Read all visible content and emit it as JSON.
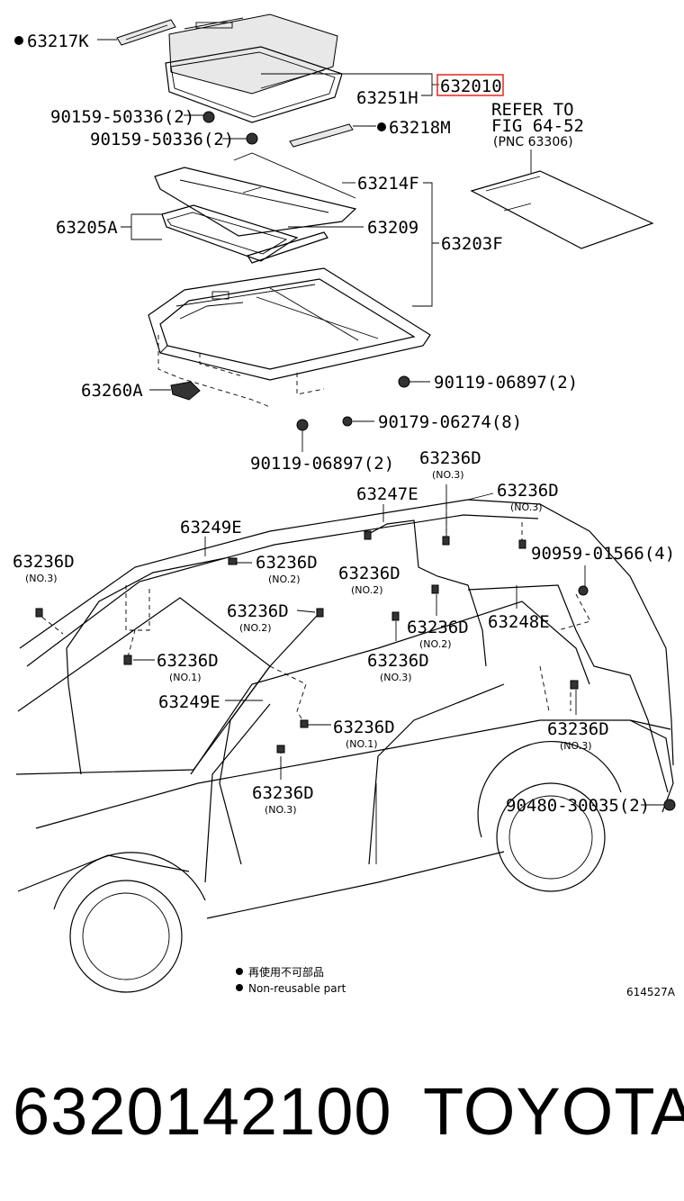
{
  "labels": {
    "p63217K": "63217K",
    "p632010": "632010",
    "p63251H": "63251H",
    "p9015950336a": "90159-50336(2)",
    "p9015950336b": "90159-50336(2)",
    "p63218M": "63218M",
    "referTo": "REFER TO",
    "fig": "FIG 64-52",
    "pnc": "(PNC 63306)",
    "p63214F": "63214F",
    "p63205A": "63205A",
    "p63209": "63209",
    "p63203F": "63203F",
    "p63260A": "63260A",
    "p9011906897a": "90119-06897(2)",
    "p9017906274": "90179-06274(8)",
    "p9011906897b": "90119-06897(2)",
    "p63236D_top": "63236D",
    "p63236D_top_sub": "(NO.3)",
    "p63247E": "63247E",
    "p63236D_topr": "63236D",
    "p63236D_topr_sub": "(NO.3)",
    "p63249E_top": "63249E",
    "p9095901566": "90959-01566(4)",
    "p63236D_left": "63236D",
    "p63236D_left_sub": "(NO.3)",
    "p63236D_no2a": "63236D",
    "p63236D_no2a_sub": "(NO.2)",
    "p63236D_mid": "63236D",
    "p63236D_mid_sub": "(NO.2)",
    "p63248E": "63248E",
    "p63236D_c": "63236D",
    "p63236D_c_sub": "(NO.2)",
    "p63236D_d": "63236D",
    "p63236D_d_sub": "(NO.2)",
    "p63236D_e": "63236D",
    "p63236D_e_sub": "(NO.1)",
    "p63236D_f": "63236D",
    "p63236D_f_sub": "(NO.3)",
    "p63249E_mid": "63249E",
    "p63236D_g": "63236D",
    "p63236D_g_sub": "(NO.1)",
    "p63236D_h": "63236D",
    "p63236D_h_sub": "(NO.3)",
    "p63236D_i": "63236D",
    "p63236D_i_sub": "(NO.3)",
    "p9048030035": "90480-30035(2)",
    "noteJp": "再使用不可部品",
    "noteEn": "Non-reusable part",
    "figId": "614527A"
  },
  "footer": {
    "part_number": "6320142100",
    "brand": "TOYOTA"
  },
  "colors": {
    "highlight": "#e8332f"
  }
}
